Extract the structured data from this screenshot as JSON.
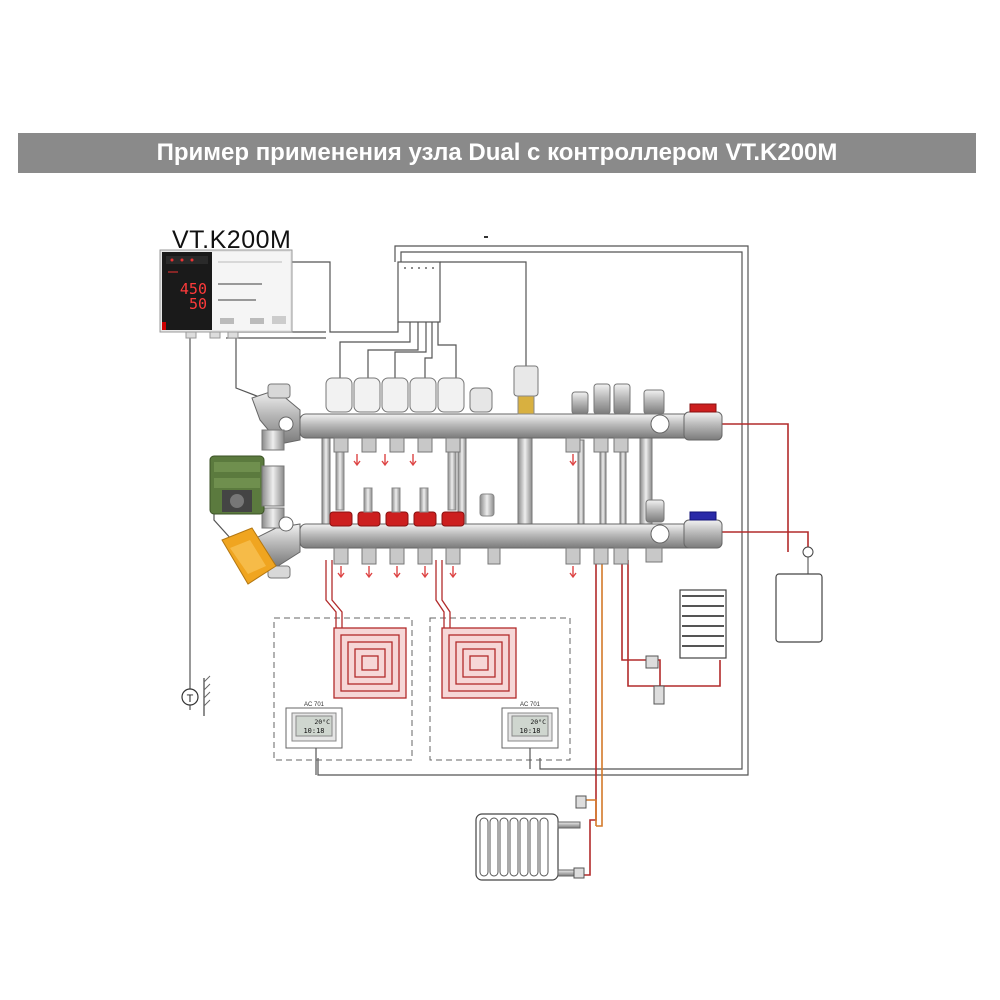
{
  "header": {
    "title": "Пример применения узла Dual с контроллером VT.K200M"
  },
  "controller": {
    "model_label": "VT.K200M",
    "display_top": "450",
    "display_bottom": "50"
  },
  "sensor": {
    "symbol": "T"
  },
  "thermostats": [
    {
      "model": "AC 701",
      "temperature": "20°C",
      "time": "10:18"
    },
    {
      "model": "AC 701",
      "temperature": "20°C",
      "time": "10:18"
    }
  ],
  "colors": {
    "banner": "#8a8a8a",
    "pipe_hot": "#b22b2b",
    "pipe_supply": "#d4792a",
    "pump": "#5b7a3e",
    "actuator": "#f0a520",
    "valve_red": "#cc1f1f",
    "valve_blue": "#2a2aa8"
  }
}
